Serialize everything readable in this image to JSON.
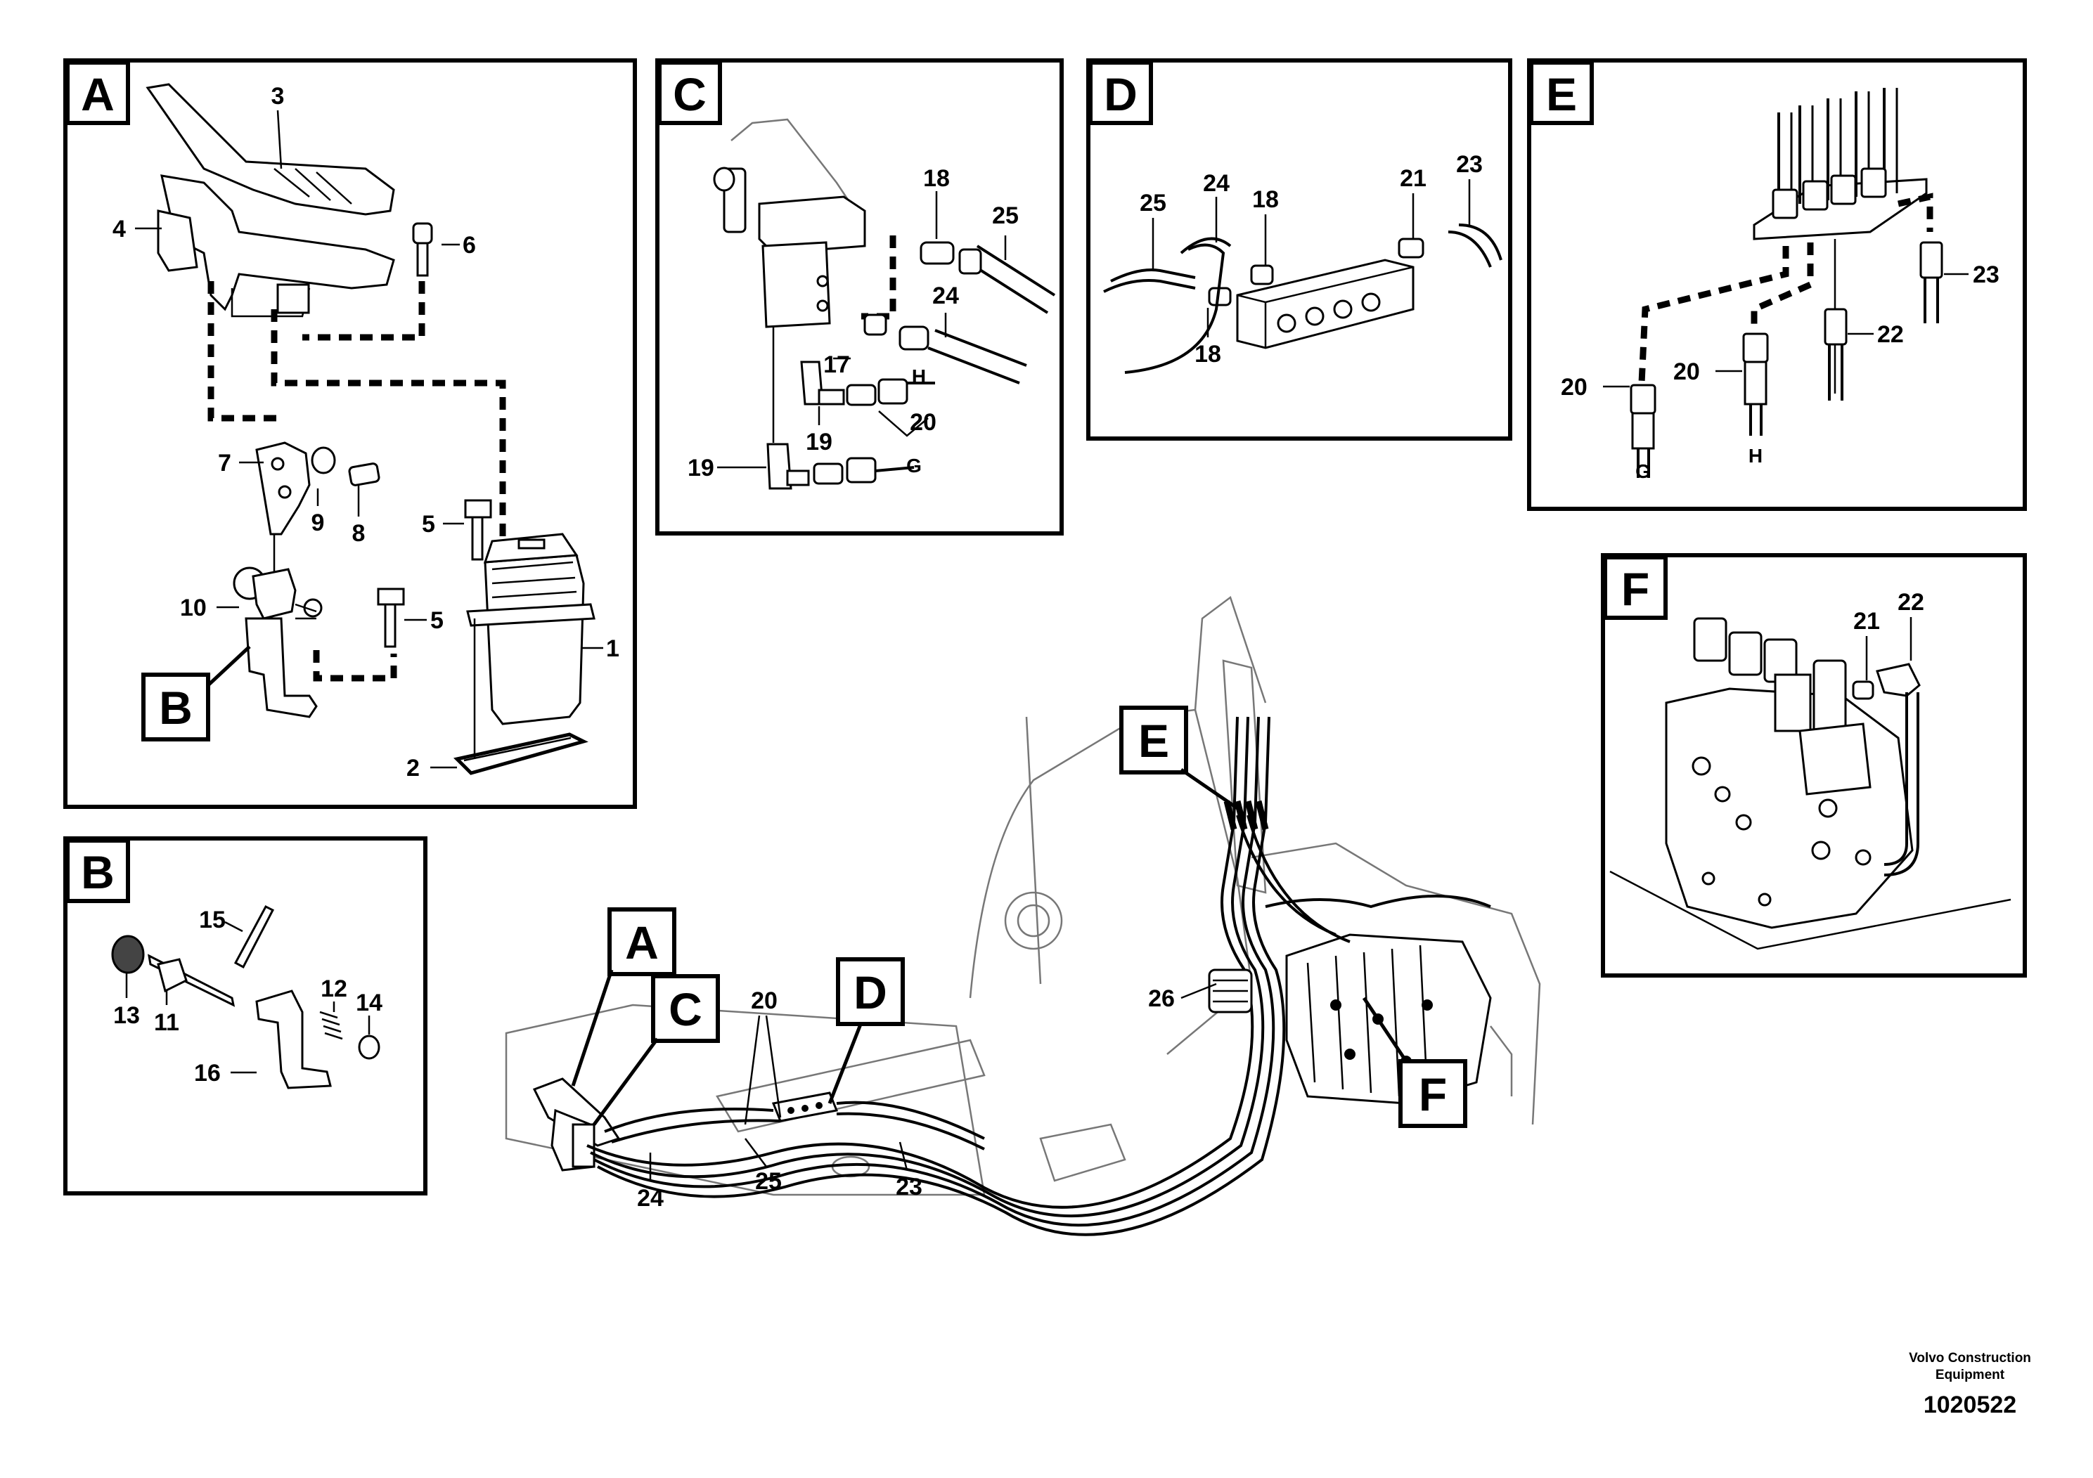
{
  "figure_number": "1020522",
  "publisher_lines": [
    "Volvo Construction",
    "Equipment"
  ],
  "panels": {
    "A": {
      "label": "A",
      "callouts": [
        "3",
        "6",
        "4",
        "7",
        "9",
        "8",
        "5",
        "5",
        "10",
        "1",
        "2"
      ],
      "sub_ref": "B"
    },
    "B": {
      "label": "B",
      "callouts": [
        "15",
        "12",
        "14",
        "13",
        "11",
        "16"
      ]
    },
    "C": {
      "label": "C",
      "callouts": [
        "18",
        "25",
        "24",
        "17",
        "H",
        "19",
        "20",
        "19",
        "G"
      ]
    },
    "D": {
      "label": "D",
      "callouts": [
        "25",
        "24",
        "18",
        "21",
        "23",
        "18"
      ]
    },
    "E": {
      "label": "E",
      "callouts": [
        "23",
        "20",
        "20",
        "22",
        "G",
        "H"
      ]
    },
    "F": {
      "label": "F",
      "callouts": [
        "21",
        "22"
      ]
    }
  },
  "overview": {
    "refs": [
      "A",
      "C",
      "D",
      "E",
      "F"
    ],
    "callouts": [
      "20",
      "26",
      "24",
      "25",
      "23"
    ]
  }
}
